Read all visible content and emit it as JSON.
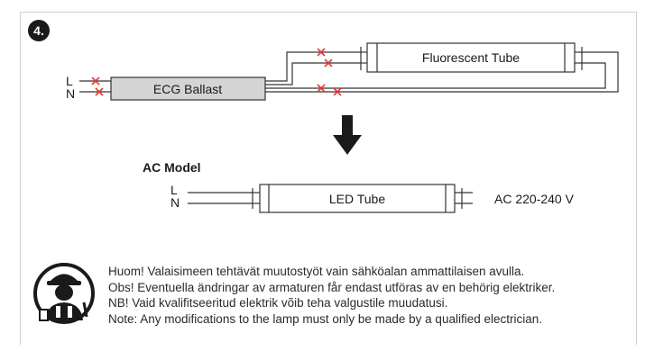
{
  "step": {
    "number": "4."
  },
  "before": {
    "line_label": "L",
    "neutral_label": "N",
    "ballast_label": "ECG Ballast",
    "tube_label": "Fluorescent Tube"
  },
  "after": {
    "model_label": "AC Model",
    "line_label": "L",
    "neutral_label": "N",
    "tube_label": "LED Tube",
    "voltage_label": "AC 220-240 V"
  },
  "notes": [
    "Huom! Valaisimeen tehtävät muutostyöt vain sähköalan ammattilaisen avulla.",
    "Obs! Eventuella ändringar av armaturen får endast utföras av en behörig elektriker.",
    "NB! Vaid kvalifitseeritud elektrik võib teha valgustile muudatusi.",
    "Note: Any modifications to the lamp must only be made by a qualified electrician."
  ],
  "colors": {
    "cut_mark": "#e53935",
    "ballast_fill": "#d4d4d4",
    "ink": "#1a1a1a"
  },
  "icons": [
    "electrician-icon",
    "arrow-down-icon",
    "cut-mark-icon"
  ]
}
